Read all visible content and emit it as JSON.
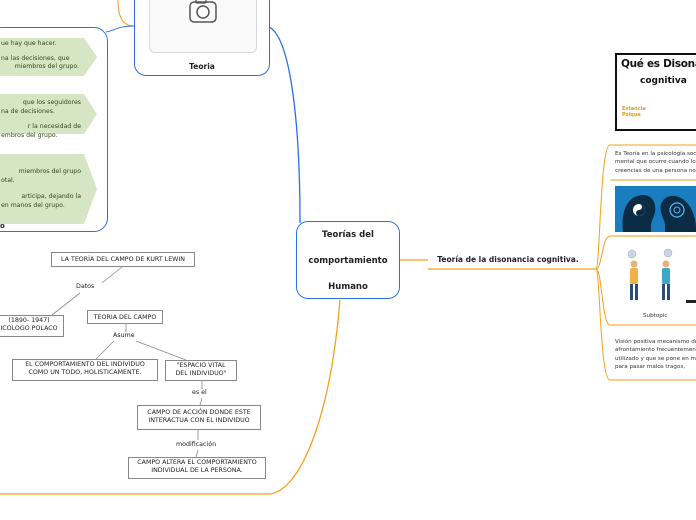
{
  "central": {
    "line1": "Teorías del",
    "line2": "comportamiento",
    "line3": "Humano"
  },
  "teoria_node": {
    "label": "Teoria",
    "icon": "camera-icon"
  },
  "left_items": [
    {
      "a": "ue hay que hacer.",
      "b": "na las decisiones, que",
      "c": "miembros del grupo."
    },
    {
      "a": "que los seguidores",
      "b": "na de decisiones.",
      "c": "r la necesidad de",
      "d": "embros del grupo."
    },
    {
      "a": "miembros del grupo",
      "b": "otal.",
      "c": "articipa, dejando la",
      "d": "en manos del grupo."
    }
  ],
  "left_box_tail": "o",
  "lewin": {
    "title": "LA TEORÍA DEL CAMPO DE KURT LEWIN",
    "datos": "Datos",
    "bio_line1": "(1890- 1947)",
    "bio_line2": "ICOLOGO POLACO",
    "teoria_campo": "TEORIA DEL CAMPO",
    "asume": "Asume",
    "comportamiento_line1": "EL COMPORTAMIENTO DEL INDIVIDUO",
    "comportamiento_line2": "COMO UN TODO, HOLISTICAMENTE.",
    "espacio_line1": "\"ESPACIO VITAL",
    "espacio_line2": "DEL INDIVIDUO\"",
    "es_el": "es el",
    "campo_accion_line1": "CAMPO DE ACCIÓN DONDE ESTE",
    "campo_accion_line2": "INTERACTUA CON EL INDIVIDUO",
    "modificacion": "modificación",
    "altera_line1": "CAMPO ALTERA EL COMPORTAMIENTO",
    "altera_line2": "INDIVIDUAL DE LA PERSONA."
  },
  "disonancia": {
    "node": "Teoría de la disonancia cognitiva.",
    "logo_line1": "Qué es Disonan",
    "logo_line2": "cognitiva",
    "logo_small1": "Estancia",
    "logo_small2": "Psique",
    "text1": [
      "Es Teoría en la psicología soc",
      "mental que ocurre cuando lo",
      "creencias de una persona no"
    ],
    "subtopic": "Subtopic",
    "text2": [
      "Visión positiva mecanismo de",
      "afrontamiento frecuentemen",
      "utilizado y que se pone en ma",
      "para pasar malos tragos,"
    ]
  },
  "colors": {
    "blue": "#2e6fe0",
    "orange": "#f2a21b",
    "green_arrow": "#d6e6c4",
    "gray": "#888888"
  }
}
